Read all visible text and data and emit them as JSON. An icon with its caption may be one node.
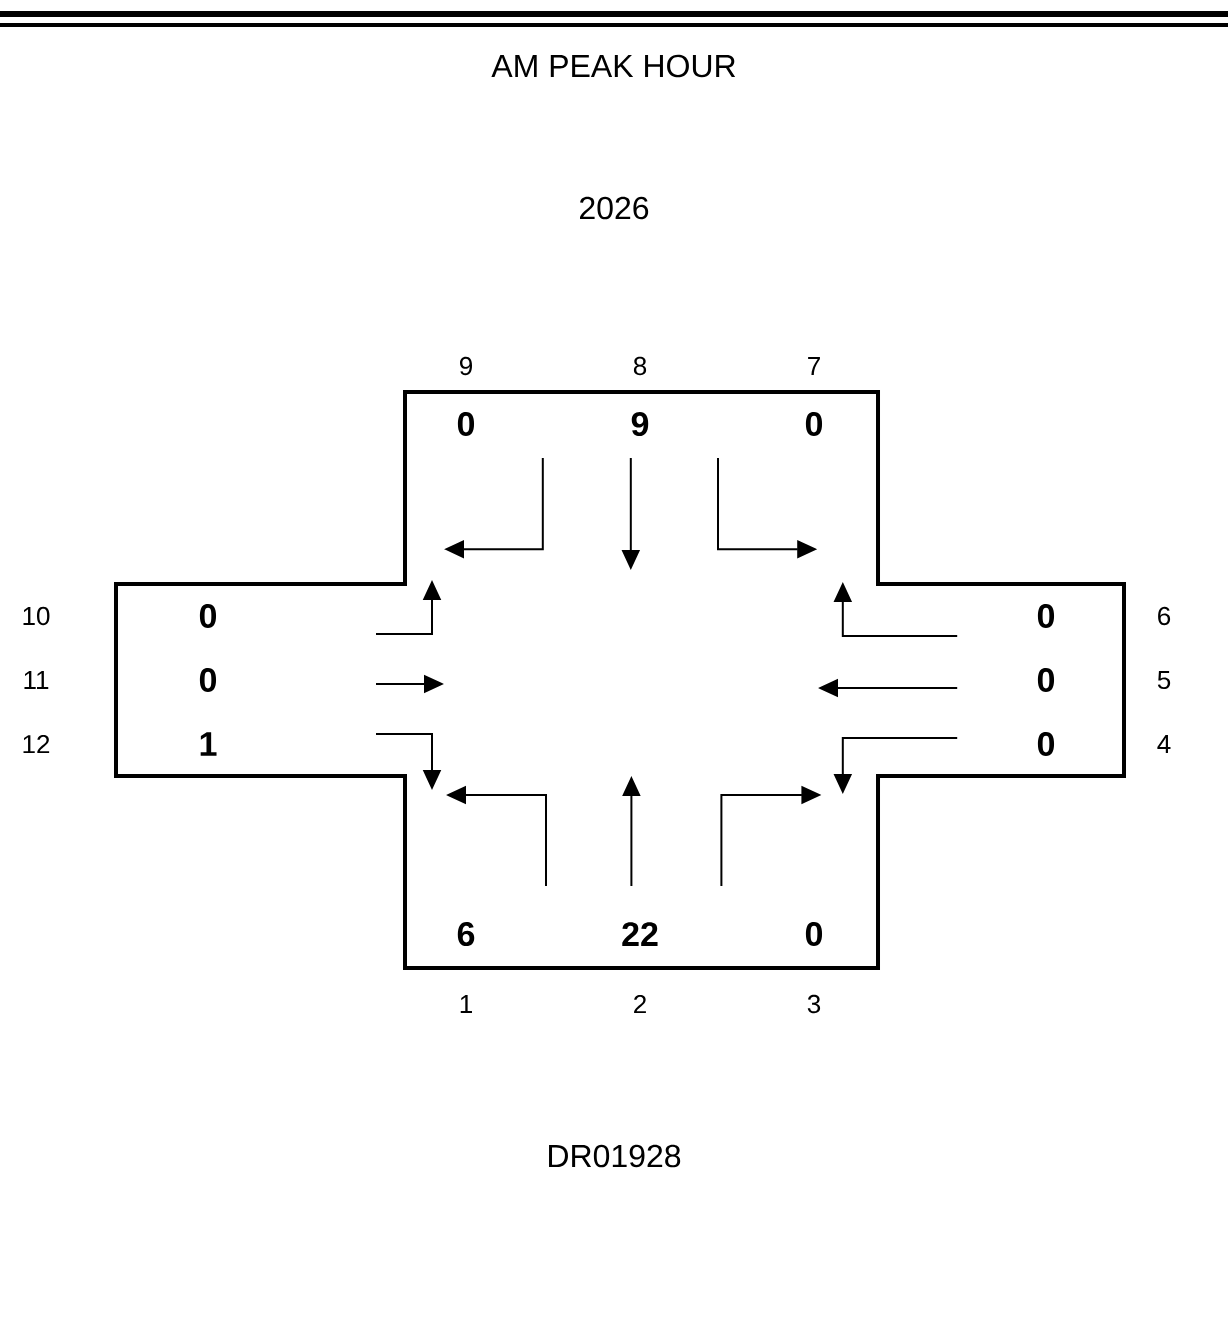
{
  "diagram": {
    "title": "AM PEAK HOUR",
    "labels": [
      "2026",
      "9",
      "8",
      "7",
      "0",
      "9",
      "0",
      "10",
      "0",
      "0",
      "6",
      "11",
      "0",
      "0",
      "5",
      "12",
      "1",
      "0",
      "4",
      "6",
      "22",
      "0",
      "1",
      "2",
      "3",
      "DR01928"
    ]
  }
}
